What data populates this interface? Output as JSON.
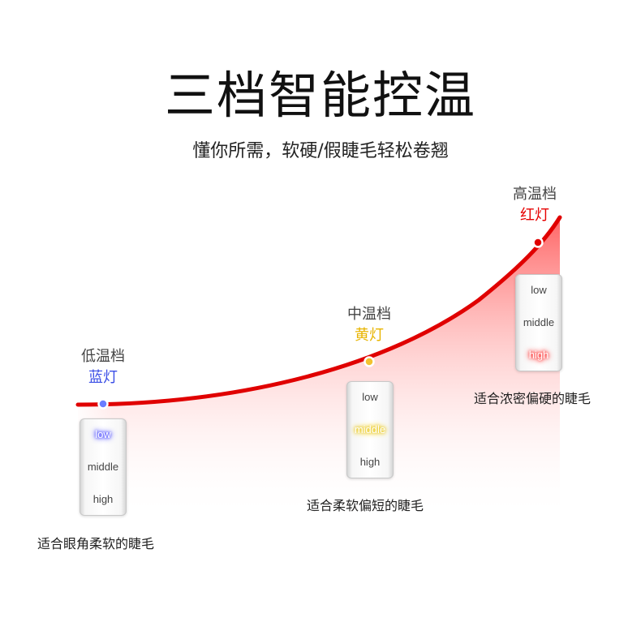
{
  "header": {
    "title": "三档智能控温",
    "subtitle": "懂你所需，软硬/假睫毛轻松卷翘"
  },
  "levels": [
    {
      "name": "低温档",
      "light": "蓝灯",
      "light_color": "#3a4ee6",
      "options": [
        "low",
        "middle",
        "high"
      ],
      "active": "low",
      "description": "适合眼角柔软的睫毛"
    },
    {
      "name": "中温档",
      "light": "黄灯",
      "light_color": "#e8b400",
      "options": [
        "low",
        "middle",
        "high"
      ],
      "active": "middle",
      "description": "适合柔软偏短的睫毛"
    },
    {
      "name": "高温档",
      "light": "红灯",
      "light_color": "#e60000",
      "options": [
        "low",
        "middle",
        "high"
      ],
      "active": "high",
      "description": "适合浓密偏硬的睫毛"
    }
  ],
  "colors": {
    "curve": "#e00000",
    "gradient": "#ff4040"
  }
}
